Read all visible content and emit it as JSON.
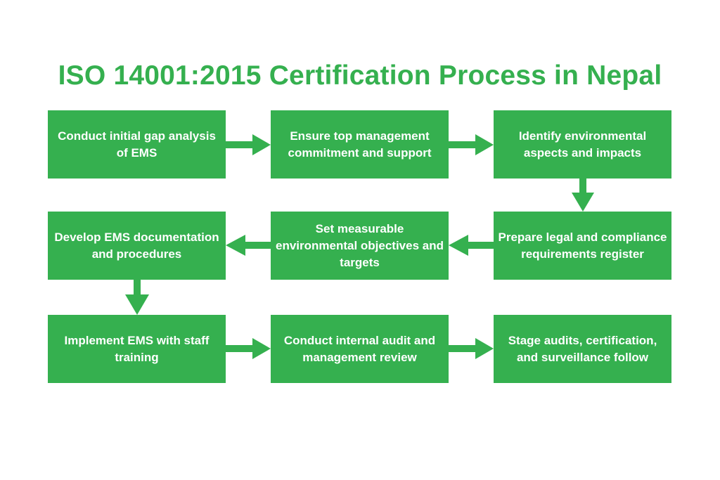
{
  "title": "ISO 14001:2015 Certification Process in Nepal",
  "colors": {
    "accent": "#35b04f",
    "box_text": "#ffffff",
    "background": "#ffffff"
  },
  "steps": [
    {
      "label": "Conduct initial gap analysis of EMS"
    },
    {
      "label": "Ensure top management commitment and support"
    },
    {
      "label": "Identify environmental aspects and impacts"
    },
    {
      "label": "Prepare legal and compliance requirements register"
    },
    {
      "label": "Set measurable environmental objectives and targets"
    },
    {
      "label": "Develop EMS documentation and procedures"
    },
    {
      "label": "Implement EMS with staff training"
    },
    {
      "label": "Conduct internal audit and management review"
    },
    {
      "label": "Stage audits, certification, and surveillance follow"
    }
  ]
}
